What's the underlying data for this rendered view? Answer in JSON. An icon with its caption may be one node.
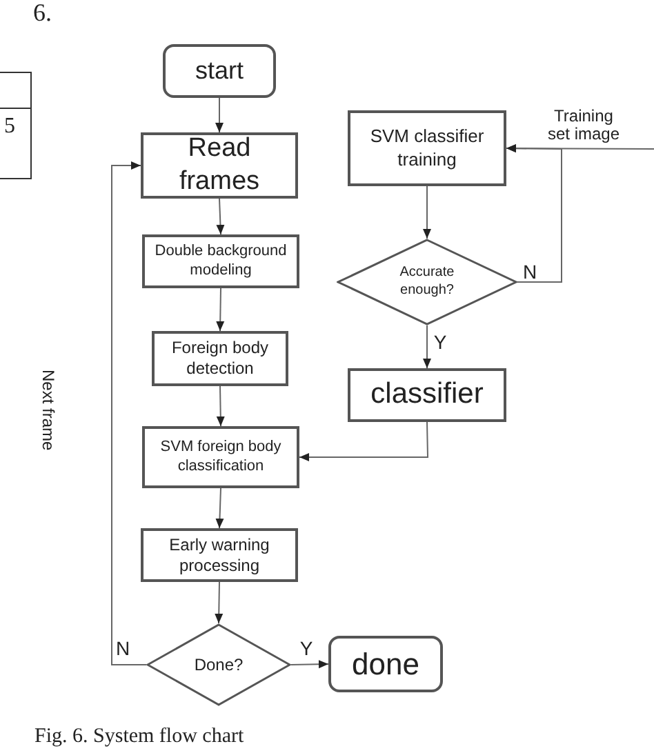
{
  "diagram": {
    "caption": "Fig. 6. System flow chart",
    "nodes": [
      {
        "text": [
          "start"
        ]
      },
      {
        "text": [
          "Read frames"
        ]
      },
      {
        "text": [
          "Double background modeling"
        ]
      },
      {
        "text": [
          "Foreign body detection"
        ]
      },
      {
        "text": [
          "SVM foreign body classification"
        ]
      },
      {
        "text": [
          "Early warning processing"
        ]
      },
      {
        "text": [
          "Done?"
        ]
      },
      {
        "text": [
          "done"
        ]
      },
      {
        "text": [
          "SVM classifier training"
        ]
      },
      {
        "text": [
          "Accurate enough?"
        ]
      },
      {
        "text": [
          "classifier"
        ]
      }
    ],
    "edges": [
      {
        "from": 0,
        "to": 1,
        "arrow": "to"
      },
      {
        "from": 1,
        "to": 2,
        "arrow": "to"
      },
      {
        "from": 2,
        "to": 3,
        "arrow": "to"
      },
      {
        "from": 3,
        "to": 4,
        "arrow": "to"
      },
      {
        "from": 4,
        "to": 5,
        "arrow": "to"
      },
      {
        "from": 5,
        "to": 6,
        "arrow": "to"
      },
      {
        "from": 6,
        "to": 7,
        "arrow": "to",
        "label": "Y"
      },
      {
        "from": 6,
        "to": 1,
        "arrow": "to",
        "label": "N"
      },
      {
        "from": 8,
        "to": 9,
        "arrow": "to"
      },
      {
        "from": 9,
        "to": 10,
        "arrow": "to",
        "label": "Y"
      },
      {
        "from": 10,
        "to": 4,
        "arrow": "to"
      },
      {
        "from": 9,
        "to": 8,
        "arrow": "to",
        "label": "N"
      },
      {
        "from": null,
        "to": 8,
        "arrow": "to",
        "label": "Training set image"
      }
    ],
    "labels": [
      "6.",
      "5",
      "Next frame"
    ]
  }
}
